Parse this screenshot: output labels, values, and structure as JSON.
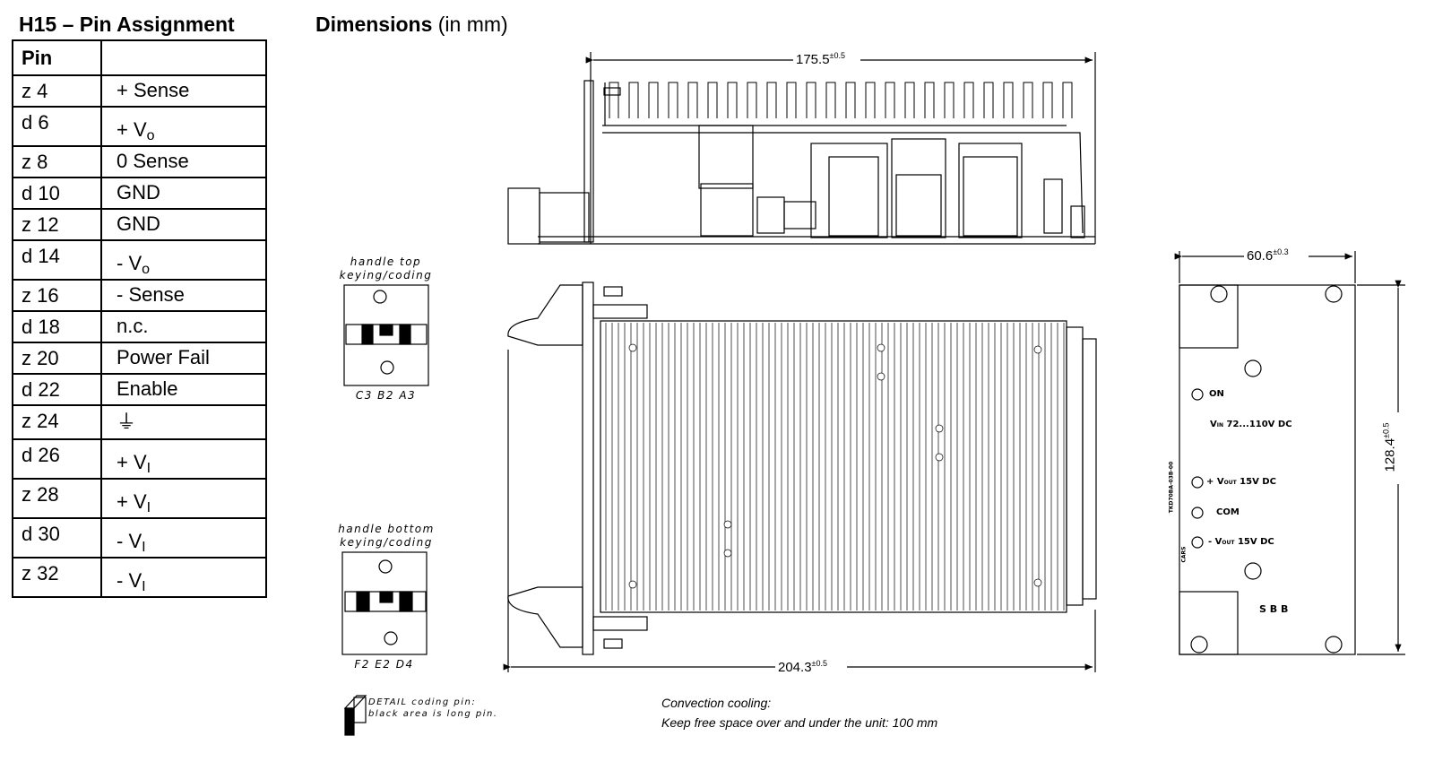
{
  "pin_table": {
    "title": "H15 – Pin Assignment",
    "header": "Pin",
    "rows": [
      {
        "pin": "z 4",
        "signal": "+ Sense"
      },
      {
        "pin": "d 6",
        "signal": "+ V",
        "sub": "o"
      },
      {
        "pin": "z 8",
        "signal": "0 Sense"
      },
      {
        "pin": "d 10",
        "signal": "GND"
      },
      {
        "pin": "z 12",
        "signal": "GND"
      },
      {
        "pin": "d 14",
        "signal": "- V",
        "sub": "o"
      },
      {
        "pin": "z 16",
        "signal": "- Sense"
      },
      {
        "pin": "d 18",
        "signal": "n.c."
      },
      {
        "pin": "z 20",
        "signal": "Power Fail"
      },
      {
        "pin": "d 22",
        "signal": "Enable"
      },
      {
        "pin": "z 24",
        "signal": "⏚"
      },
      {
        "pin": "d 26",
        "signal": "+ V",
        "sub": "I"
      },
      {
        "pin": "z 28",
        "signal": "+ V",
        "sub": "I"
      },
      {
        "pin": "d 30",
        "signal": "- V",
        "sub": "I"
      },
      {
        "pin": "z 32",
        "signal": "- V",
        "sub": "I"
      }
    ]
  },
  "dimensions": {
    "title": "Dimensions",
    "unit": "(in mm)",
    "top_length": "175.5",
    "top_tol": "±0.5",
    "bottom_length": "204.3",
    "bottom_tol": "±0.5",
    "front_width": "60.6",
    "front_width_tol": "±0.3",
    "front_height": "128.4",
    "front_height_tol": "±0.5"
  },
  "handle_top": {
    "caption1": "handle top",
    "caption2": "keying/coding",
    "pins": "C3  B2  A3"
  },
  "handle_bottom": {
    "caption1": "handle bottom",
    "caption2": "keying/coding",
    "pins": "F2  E2  D4"
  },
  "detail_note": {
    "line1": "DETAIL coding pin:",
    "line2": "black area is long pin."
  },
  "cooling_note": {
    "line1": "Convection cooling:",
    "line2": "Keep free space over and under the unit: 100 mm"
  },
  "front_panel": {
    "on": "ON",
    "vin": "V",
    "vin_sub": "IN",
    "vin_range": "72...110V DC",
    "vout_pos": "+ V",
    "vout_pos_sub": "OUT",
    "vout_pos_val": "15V DC",
    "com": "COM",
    "vout_neg": "- V",
    "vout_neg_sub": "OUT",
    "vout_neg_val": "15V DC",
    "brand": "S B B",
    "part_no": "TKD70BA-03B-00",
    "cars": "CARS"
  }
}
